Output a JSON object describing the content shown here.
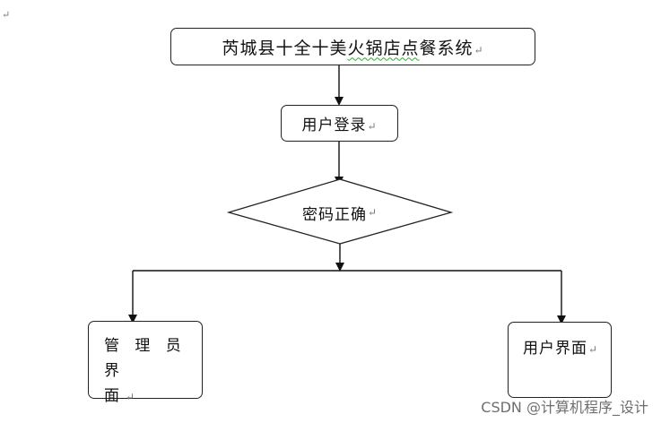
{
  "page_mark": "↵",
  "nodes": {
    "title": {
      "text_plain": "芮城县十全十美",
      "text_wavy": "火锅店点",
      "text_tail": "餐系统",
      "mark": "↵"
    },
    "login": {
      "text": "用户登录",
      "mark": "↵"
    },
    "check": {
      "text": "密码正确",
      "mark": "↵"
    },
    "admin": {
      "text_line1": "管 理 员 界",
      "text_line2": "面",
      "mark": "↵"
    },
    "user": {
      "text": "用户界面",
      "mark": "↵"
    }
  },
  "watermark": "CSDN @计算机程序_设计"
}
